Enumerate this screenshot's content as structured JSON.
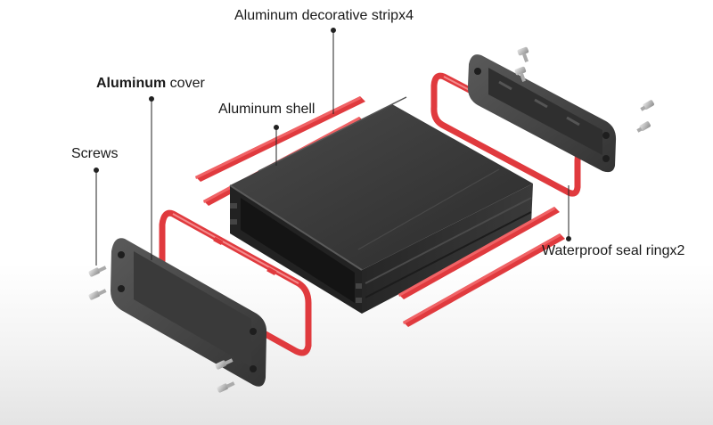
{
  "labels": {
    "decorative_strip": "Aluminum decorative stripx4",
    "cover_bold": "Aluminum",
    "cover_rest": " cover",
    "shell": "Aluminum shell",
    "screws": "Screws",
    "seal_ring": "Waterproof seal ringx2"
  },
  "colors": {
    "seal_red": "#e03a3e",
    "body_black": "#2a2a2a",
    "cover_gray": "#4a4a4a",
    "leader_line": "#222222"
  }
}
